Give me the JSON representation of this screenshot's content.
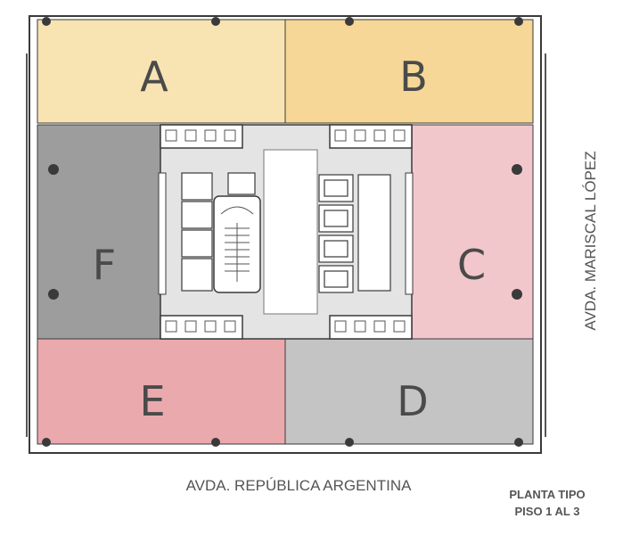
{
  "units": [
    {
      "id": "A",
      "color": "#f8e3b3"
    },
    {
      "id": "B",
      "color": "#f6d797"
    },
    {
      "id": "C",
      "color": "#f2c7cb"
    },
    {
      "id": "D",
      "color": "#c4c4c4"
    },
    {
      "id": "E",
      "color": "#eaa9ad"
    },
    {
      "id": "F",
      "color": "#9d9d9d"
    }
  ],
  "streets": {
    "south": "AVDA. REPÚBLICA ARGENTINA",
    "east": "AVDA. MARISCAL LÓPEZ"
  },
  "plan_label": {
    "line1": "PLANTA TIPO",
    "line2": "PISO 1 AL 3"
  },
  "colors": {
    "wall": "#3a3a3a",
    "core": "#e4e4e4",
    "corridor": "#ffffff"
  }
}
